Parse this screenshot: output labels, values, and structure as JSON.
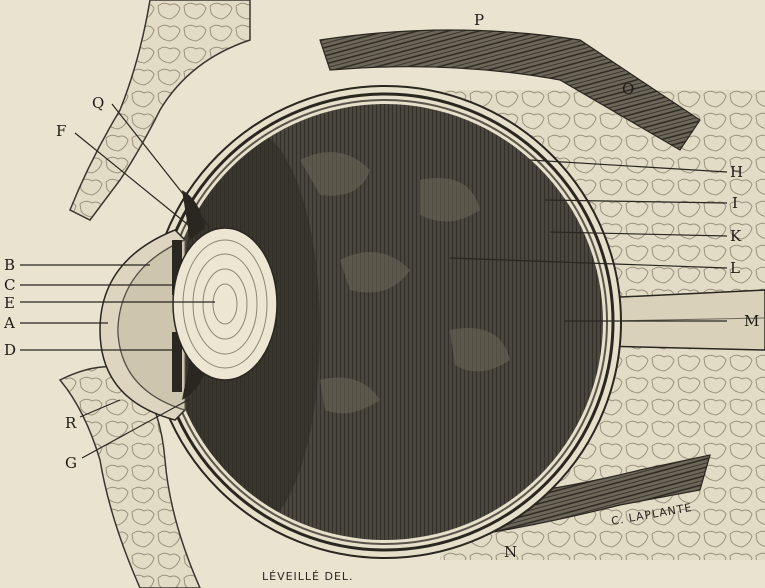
{
  "labels": {
    "A": "A",
    "B": "B",
    "C": "C",
    "D": "D",
    "E": "E",
    "F": "F",
    "G": "G",
    "H": "H",
    "I": "I",
    "K": "K",
    "L": "L",
    "M": "M",
    "N": "N",
    "O": "O",
    "P": "P",
    "Q": "Q",
    "R": "R"
  },
  "signatures": {
    "engraver": "C. LAPLANTE",
    "artist": "LÉVEILLÉ DEL."
  },
  "colors": {
    "paper": "#e9e3cf",
    "ink": "#2a2620",
    "vitreous": "#3d3a34",
    "tissue": "#d8d0ba"
  }
}
